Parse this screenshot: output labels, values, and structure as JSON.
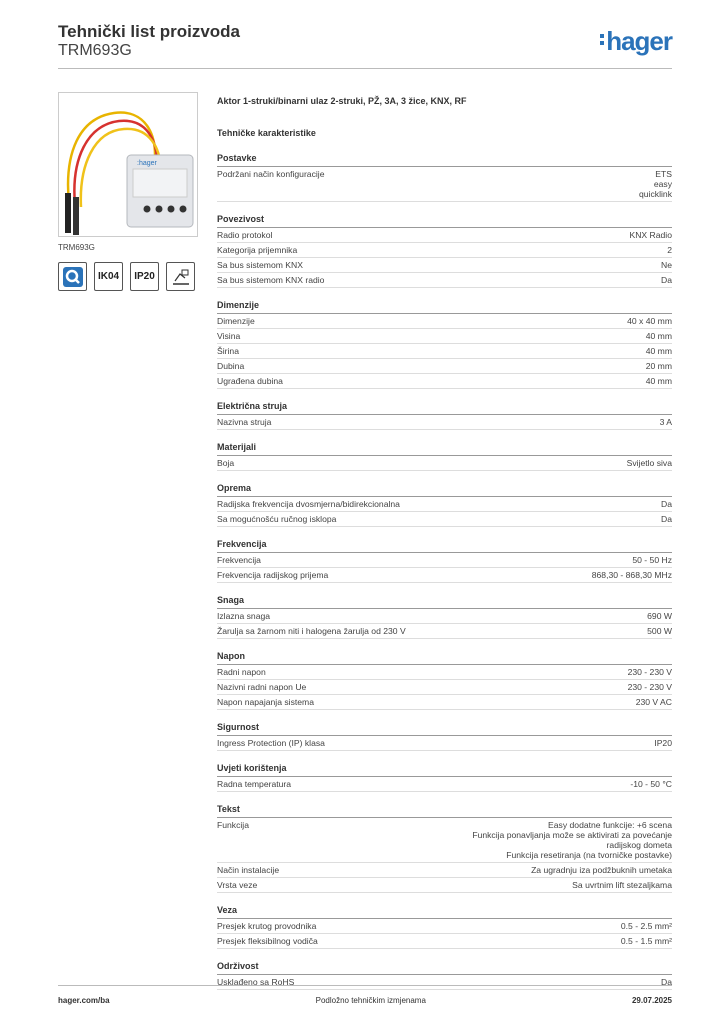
{
  "header": {
    "title": "Tehnički list proizvoda",
    "subtitle": "TRM693G",
    "logo": "hager"
  },
  "left": {
    "image_caption": "TRM693G",
    "badges": [
      "",
      "IK04",
      "IP20",
      ""
    ]
  },
  "main": {
    "product_description": "Aktor 1-struki/binarni ulaz 2-struki, PŽ, 3A, 3 žice, KNX, RF",
    "section_title": "Tehničke karakteristike",
    "groups": [
      {
        "title": "Postavke",
        "rows": [
          {
            "label": "Podržani način konfiguracije",
            "value": "ETS\neasy\nquicklink"
          }
        ]
      },
      {
        "title": "Povezivost",
        "rows": [
          {
            "label": "Radio protokol",
            "value": "KNX Radio"
          },
          {
            "label": "Kategorija prijemnika",
            "value": "2"
          },
          {
            "label": "Sa bus sistemom KNX",
            "value": "Ne"
          },
          {
            "label": "Sa bus sistemom KNX radio",
            "value": "Da"
          }
        ]
      },
      {
        "title": "Dimenzije",
        "rows": [
          {
            "label": "Dimenzije",
            "value": "40 x 40 mm"
          },
          {
            "label": "Visina",
            "value": "40 mm"
          },
          {
            "label": "Širina",
            "value": "40 mm"
          },
          {
            "label": "Dubina",
            "value": "20 mm"
          },
          {
            "label": "Ugrađena dubina",
            "value": "40 mm"
          }
        ]
      },
      {
        "title": "Električna struja",
        "rows": [
          {
            "label": "Nazivna struja",
            "value": "3 A"
          }
        ]
      },
      {
        "title": "Materijali",
        "rows": [
          {
            "label": "Boja",
            "value": "Svijetlo siva"
          }
        ]
      },
      {
        "title": "Oprema",
        "rows": [
          {
            "label": "Radijska frekvencija dvosmjerna/bidirekcionalna",
            "value": "Da"
          },
          {
            "label": "Sa mogućnošću ručnog isklopa",
            "value": "Da"
          }
        ]
      },
      {
        "title": "Frekvencija",
        "rows": [
          {
            "label": "Frekvencija",
            "value": "50 - 50 Hz"
          },
          {
            "label": "Frekvencija radijskog prijema",
            "value": "868,30 - 868,30 MHz"
          }
        ]
      },
      {
        "title": "Snaga",
        "rows": [
          {
            "label": "Izlazna snaga",
            "value": "690 W"
          },
          {
            "label": "Žarulja sa žarnom niti i halogena žarulja od 230 V",
            "value": "500 W"
          }
        ]
      },
      {
        "title": "Napon",
        "rows": [
          {
            "label": "Radni napon",
            "value": "230 - 230 V"
          },
          {
            "label": "Nazivni radni napon Ue",
            "value": "230 - 230 V"
          },
          {
            "label": "Napon napajanja sistema",
            "value": "230 V AC"
          }
        ]
      },
      {
        "title": "Sigurnost",
        "rows": [
          {
            "label": "Ingress Protection (IP) klasa",
            "value": "IP20"
          }
        ]
      },
      {
        "title": "Uvjeti korištenja",
        "rows": [
          {
            "label": "Radna temperatura",
            "value": "-10 - 50 °C"
          }
        ]
      },
      {
        "title": "Tekst",
        "rows": [
          {
            "label": "Funkcija",
            "value": "Easy dodatne funkcije: +6 scena\nFunkcija ponavljanja može se aktivirati za povećanje\nradijskog dometa\nFunkcija resetiranja (na tvorničke postavke)"
          },
          {
            "label": "Način instalacije",
            "value": "Za ugradnju iza podžbuknih umetaka"
          },
          {
            "label": "Vrsta veze",
            "value": "Sa uvrtnim lift stezaljkama"
          }
        ]
      },
      {
        "title": "Veza",
        "rows": [
          {
            "label": "Presjek krutog provodnika",
            "value": "0.5 - 2.5 mm²"
          },
          {
            "label": "Presjek fleksibilnog vodiča",
            "value": "0.5 - 1.5 mm²"
          }
        ]
      },
      {
        "title": "Održivost",
        "rows": [
          {
            "label": "Usklađeno sa RoHS",
            "value": "Da"
          }
        ]
      }
    ]
  },
  "footer": {
    "left": "hager.com/ba",
    "center": "Podložno tehničkim izmjenama",
    "right": "29.07.2025"
  }
}
